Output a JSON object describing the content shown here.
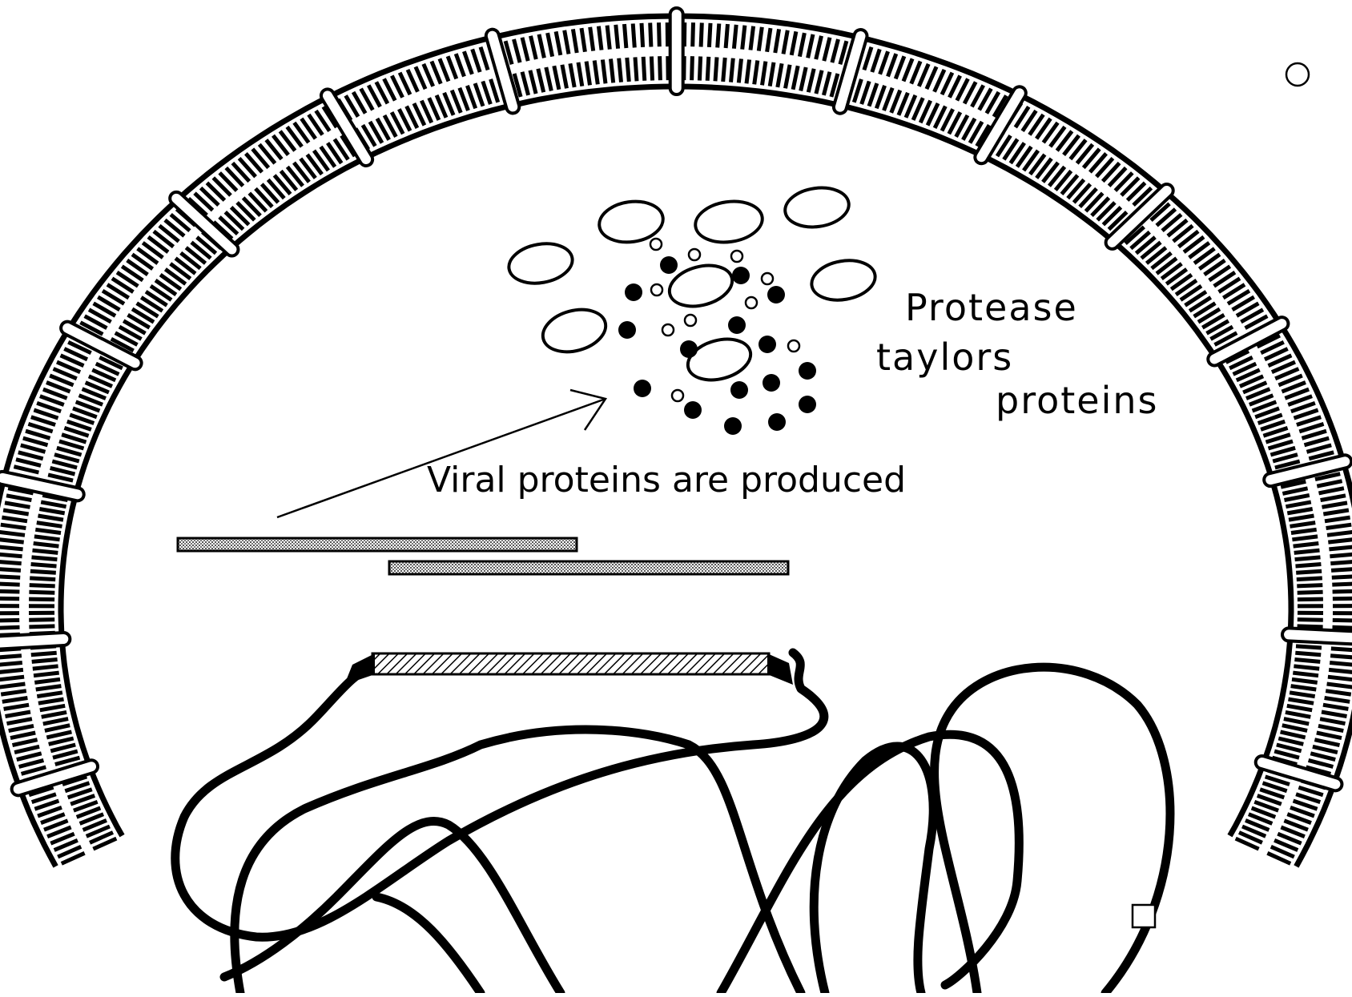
{
  "diagram": {
    "labels": {
      "protease_line1": "Protease",
      "protease_line2": "taylors",
      "protease_line3": "proteins",
      "viral_proteins": "Viral proteins are produced"
    },
    "colors": {
      "ink": "#000000",
      "background": "#ffffff",
      "strand_fill": "#c8c8c8"
    },
    "icons": {
      "arrow": "arrow-icon",
      "corner_marker": "circle-marker-icon"
    }
  }
}
